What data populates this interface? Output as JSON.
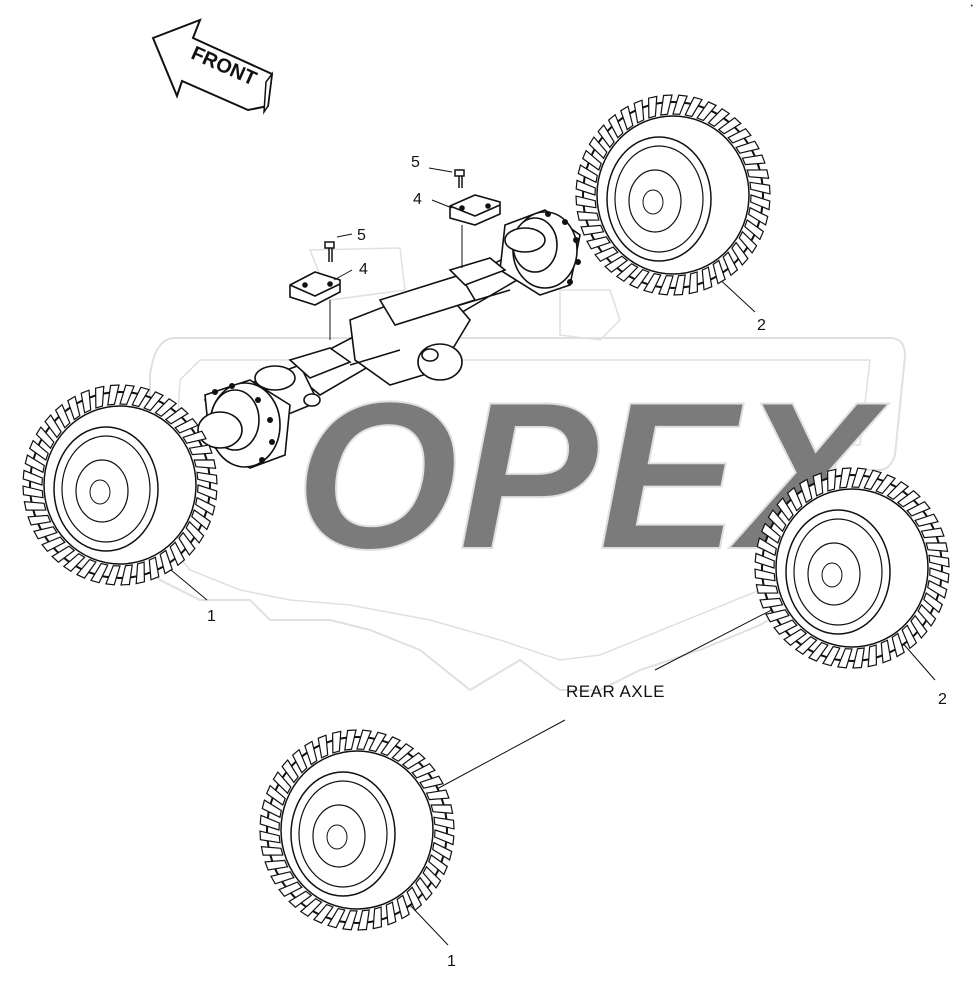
{
  "diagram": {
    "direction_label": "FRONT",
    "assembly_caption": "REAR AXLE",
    "watermark_text": "OPEX",
    "corner_mark": "•",
    "callouts": [
      {
        "id": "c1a",
        "text": "1"
      },
      {
        "id": "c1b",
        "text": "1"
      },
      {
        "id": "c2a",
        "text": "2"
      },
      {
        "id": "c2b",
        "text": "2"
      },
      {
        "id": "c4a",
        "text": "4"
      },
      {
        "id": "c4b",
        "text": "4"
      },
      {
        "id": "c5a",
        "text": "5"
      },
      {
        "id": "c5b",
        "text": "5"
      }
    ]
  },
  "colors": {
    "line": "#111111",
    "watermark": "#c8c8c8",
    "background": "#ffffff"
  },
  "icons": [
    "front-arrow-icon",
    "tire-icon",
    "axle-icon",
    "cap-plate-icon",
    "bolt-icon"
  ]
}
